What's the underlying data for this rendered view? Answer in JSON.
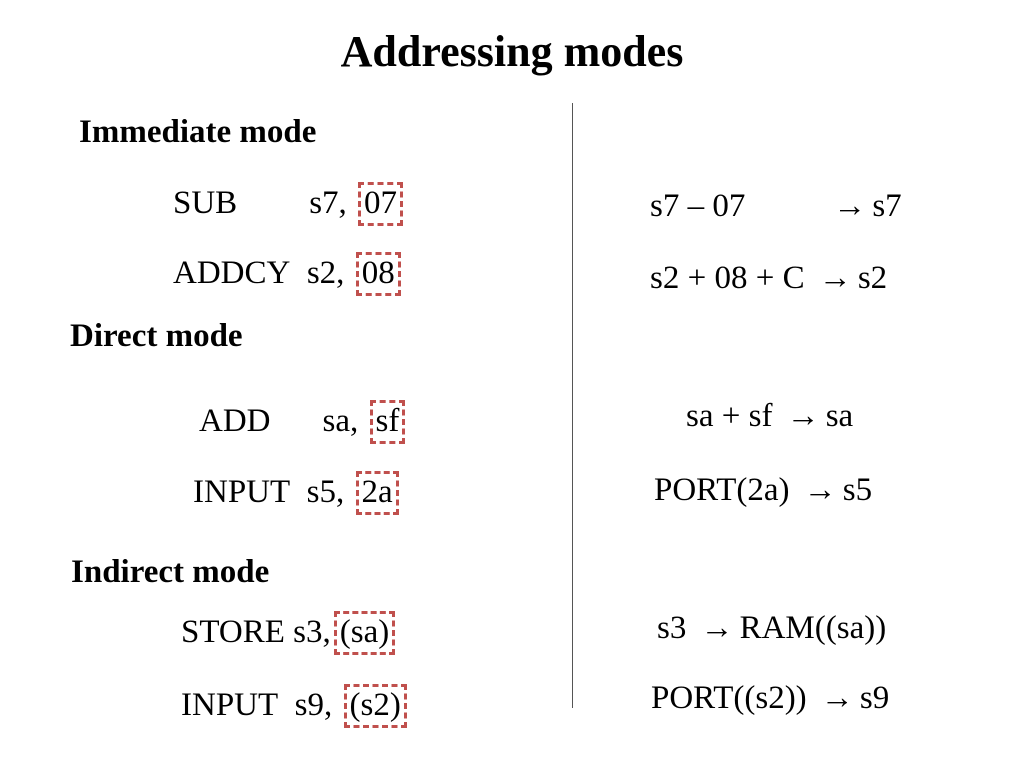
{
  "title": "Addressing modes",
  "sections": [
    {
      "heading": "Immediate mode",
      "rows": [
        {
          "mnemonic": "SUB",
          "reg": "s7,",
          "operand": "07",
          "effect_left": "s7 – 07",
          "arrow": "→",
          "effect_right": "s7"
        },
        {
          "mnemonic": "ADDCY",
          "reg": "s2,",
          "operand": "08",
          "effect_left": "s2 + 08 + C",
          "arrow": "→",
          "effect_right": "s2"
        }
      ]
    },
    {
      "heading": "Direct mode",
      "rows": [
        {
          "mnemonic": "ADD",
          "reg": "sa,",
          "operand": "sf",
          "effect_left": "sa + sf",
          "arrow": "→",
          "effect_right": "sa"
        },
        {
          "mnemonic": "INPUT",
          "reg": "s5,",
          "operand": "2a",
          "effect_left": "PORT(2a)",
          "arrow": "→",
          "effect_right": "s5"
        }
      ]
    },
    {
      "heading": "Indirect mode",
      "rows": [
        {
          "mnemonic": "STORE",
          "reg": "s3,",
          "operand": "(sa)",
          "effect_left": "s3",
          "arrow": "→",
          "effect_right": "RAM((sa))"
        },
        {
          "mnemonic": "INPUT",
          "reg": "s9,",
          "operand": "(s2)",
          "effect_left": "PORT((s2))",
          "arrow": "→",
          "effect_right": "s9"
        }
      ]
    }
  ],
  "colors": {
    "box_border": "#c0504d",
    "divider": "#555555",
    "text": "#000000"
  }
}
